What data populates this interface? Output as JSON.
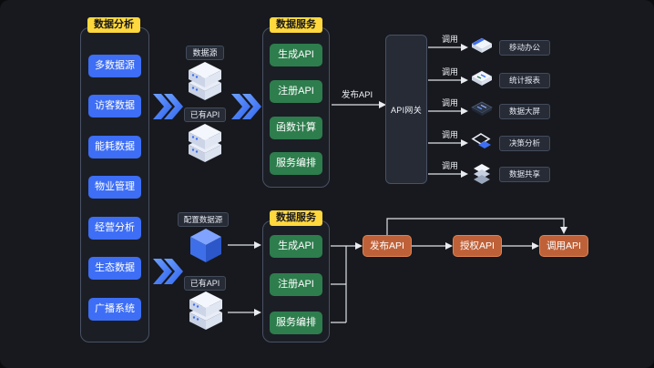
{
  "colors": {
    "background": "#17191e",
    "panel_border": "#4a5164",
    "accent_yellow": "#ffd83d",
    "accent_blue": "#3d6ef5",
    "accent_green": "#2e7d4d",
    "accent_orange": "#bf6138",
    "connector": "#dde1e8"
  },
  "analysis": {
    "title": "数据分析",
    "items": [
      "多数据源",
      "访客数据",
      "能耗数据",
      "物业管理",
      "经营分析",
      "生态数据",
      "广播系统"
    ]
  },
  "sources_top": {
    "datasource_label": "数据源",
    "datasource_icon": "server-icon",
    "existing_api_label": "已有API",
    "existing_api_icon": "server-icon"
  },
  "services_top": {
    "title": "数据服务",
    "items": [
      "生成API",
      "注册API",
      "函数计算",
      "服务编排"
    ]
  },
  "publish_label": "发布API",
  "gateway_label": "API网关",
  "invoke_label": "调用",
  "targets": [
    {
      "label": "移动办公",
      "icon": "mobile-office-icon"
    },
    {
      "label": "统计报表",
      "icon": "report-icon"
    },
    {
      "label": "数据大屏",
      "icon": "dashboard-icon"
    },
    {
      "label": "决策分析",
      "icon": "decision-icon"
    },
    {
      "label": "数据共享",
      "icon": "share-icon"
    }
  ],
  "sources_bottom": {
    "configure_label": "配置数据源",
    "configure_icon": "cube-icon",
    "existing_api_label": "已有API",
    "existing_api_icon": "server-icon"
  },
  "services_bottom": {
    "title": "数据服务",
    "items": [
      "生成API",
      "注册API",
      "服务编排"
    ]
  },
  "flow_bottom": {
    "publish": "发布API",
    "authorize": "授权API",
    "invoke": "调用API"
  },
  "flow_icons": {
    "stage_arrow": "double-chevron-arrow-icon"
  }
}
